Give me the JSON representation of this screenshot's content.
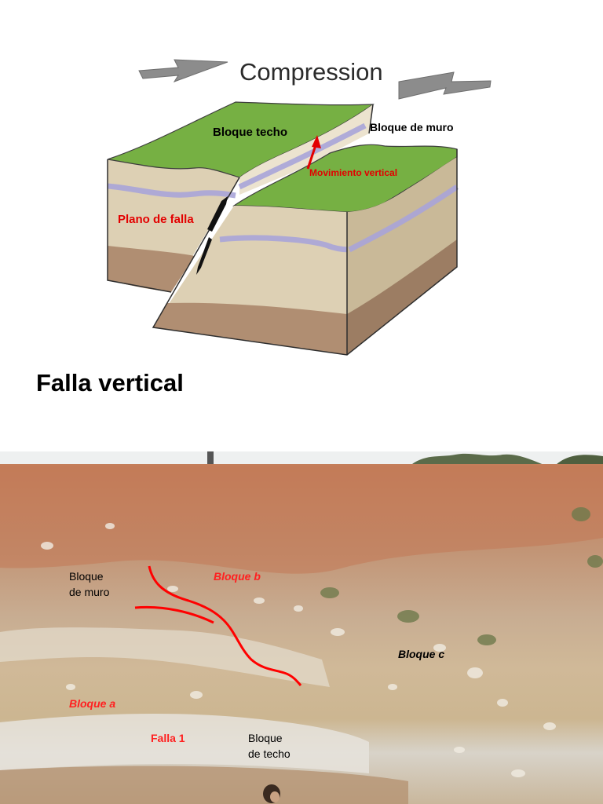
{
  "diagram": {
    "header": "Compression",
    "hanging_block_label": "Bloque techo",
    "foot_block_label": "Bloque de muro",
    "movement_label": "Movimiento vertical",
    "fault_plane_label": "Plano de falla",
    "colors": {
      "grass": "#76b043",
      "sand": "#ddd0b4",
      "side": "#c9b998",
      "brown": "#b08e72",
      "violet": "#a8a4d8",
      "arrow_gray": "#8c8c8c",
      "accent_red": "#e30000"
    }
  },
  "page_title": "Falla vertical",
  "photo": {
    "labels": {
      "foot_block_line1": "Bloque",
      "foot_block_line2": "de muro",
      "block_b": "Bloque b",
      "block_c": "Bloque c",
      "block_a": "Bloque a",
      "fault_1": "Falla 1",
      "hanging_block_line1": "Bloque",
      "hanging_block_line2": "de techo"
    },
    "colors": {
      "red_line": "#ff0000",
      "red_label": "#ff2020"
    }
  }
}
